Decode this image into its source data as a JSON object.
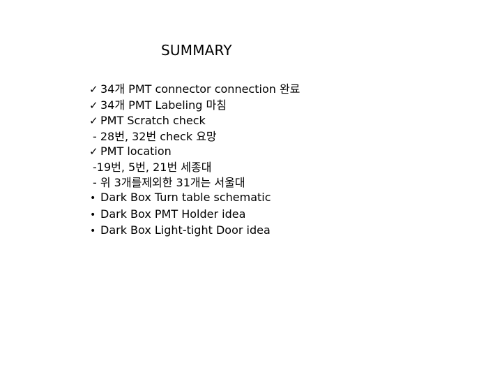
{
  "slide": {
    "title": "SUMMARY",
    "items": [
      {
        "marker": "✓",
        "text": "34개 PMT connector connection 완료"
      },
      {
        "marker": "✓",
        "text": "34개 PMT Labeling 마침"
      },
      {
        "marker": "✓",
        "text": "PMT Scratch check"
      },
      {
        "marker": "",
        "text": "- 28번, 32번 check 요망"
      },
      {
        "marker": "✓",
        "text": "PMT location"
      },
      {
        "marker": "",
        "text": "-19번, 5번, 21번 세종대"
      },
      {
        "marker": "",
        "text": "- 위 3개를제외한 31개는 서울대"
      },
      {
        "marker": "•",
        "text": "Dark Box Turn table schematic"
      },
      {
        "marker": "•",
        "text": "Dark Box PMT Holder idea"
      },
      {
        "marker": "•",
        "text": "Dark Box Light-tight Door idea"
      }
    ]
  }
}
